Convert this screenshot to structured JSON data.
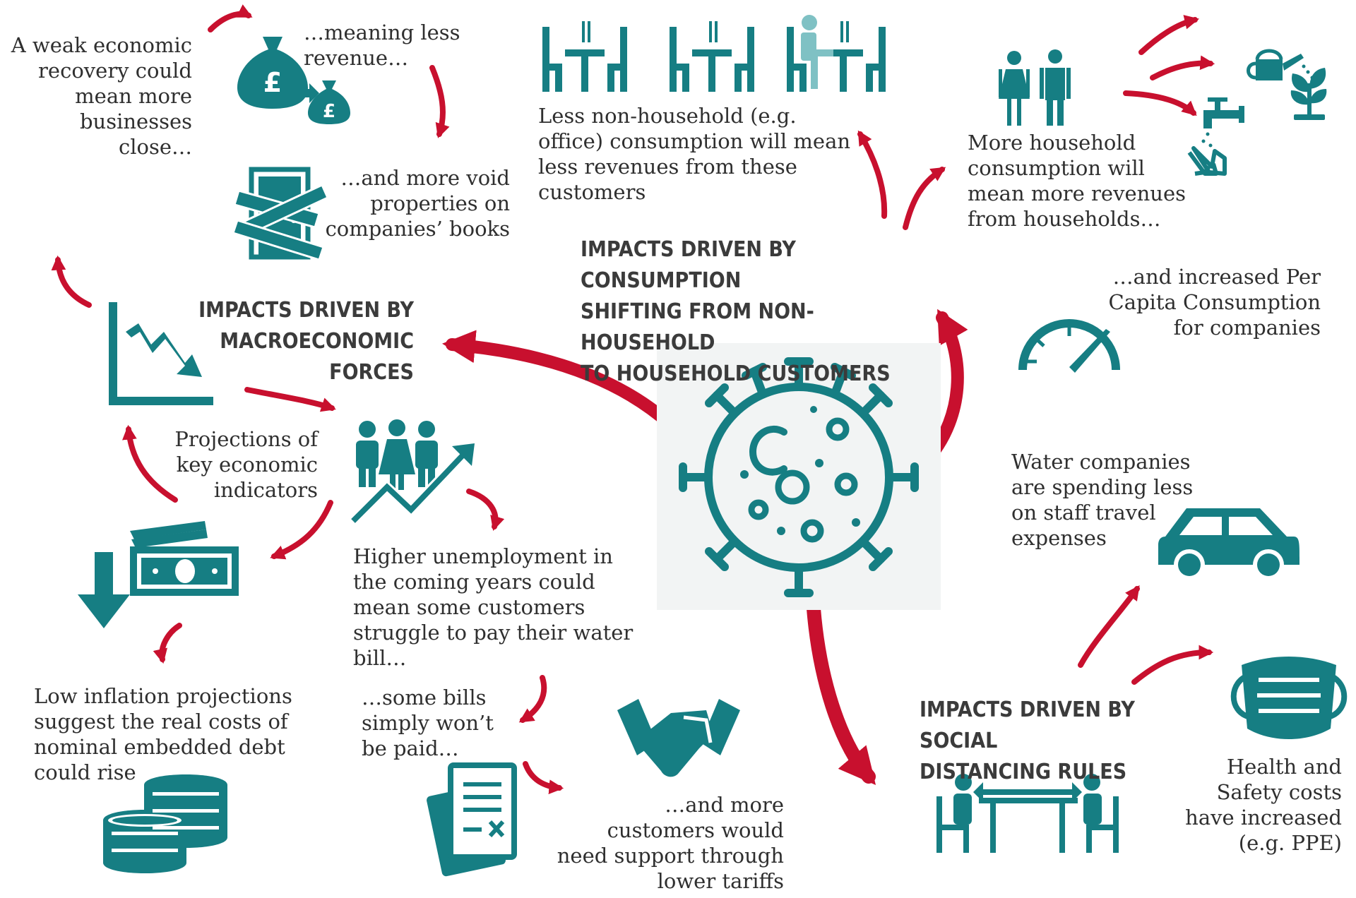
{
  "colors": {
    "teal": "#167e83",
    "teal_light": "#7fc1c4",
    "red": "#c8102e",
    "text": "#2f2f2f"
  },
  "headings": {
    "macro": [
      "IMPACTS DRIVEN BY",
      "MACROECONOMIC",
      "FORCES"
    ],
    "consumption": [
      "IMPACTS DRIVEN BY CONSUMPTION",
      "SHIFTING FROM NON-HOUSEHOLD",
      "TO HOUSEHOLD CUSTOMERS"
    ],
    "social": [
      "IMPACTS DRIVEN BY SOCIAL",
      "DISTANCING RULES"
    ]
  },
  "texts": {
    "weak_recovery": [
      "A weak economic",
      "recovery could",
      "mean more",
      "businesses",
      "close…"
    ],
    "less_revenue": [
      "…meaning less",
      "revenue…"
    ],
    "void_properties": [
      "…and more void",
      "properties on",
      "companies’ books"
    ],
    "non_household": [
      "Less non-household (e.g.",
      "office) consumption will mean",
      "less revenues from these",
      "customers"
    ],
    "household": [
      "More household",
      "consumption will",
      "mean more revenues",
      "from households…"
    ],
    "per_capita": [
      "…and increased Per",
      "Capita Consumption",
      "for companies"
    ],
    "projections": [
      "Projections of",
      "key economic",
      "indicators"
    ],
    "unemployment": [
      "Higher unemployment in",
      "the coming years could",
      "mean some customers",
      "struggle to pay their water",
      "bill…"
    ],
    "low_inflation": [
      "Low inflation projections",
      "suggest the real costs of",
      "nominal embedded debt",
      "could rise"
    ],
    "bills_unpaid": [
      "…some bills",
      "simply won’t",
      "be paid…"
    ],
    "support": [
      "…and more",
      "customers would",
      "need support through",
      "lower tariffs"
    ],
    "travel": [
      "Water companies",
      "are spending less",
      "on staff travel",
      "expenses"
    ],
    "health": [
      "Health and",
      "Safety costs",
      "have increased",
      "(e.g. PPE)"
    ]
  },
  "icons": {
    "currency_symbol": "£",
    "list": [
      "money-bags-icon",
      "boarded-door-icon",
      "restaurant-tables-icon",
      "family-icon",
      "watering-can-icon",
      "plant-icon",
      "tap-icon",
      "hand-washing-icon",
      "speedometer-icon",
      "virus-icon",
      "declining-chart-icon",
      "unemployment-people-icon",
      "money-down-icon",
      "coins-icon",
      "unpaid-bill-icon",
      "handshake-icon",
      "car-icon",
      "face-mask-icon",
      "distanced-meeting-icon"
    ]
  }
}
